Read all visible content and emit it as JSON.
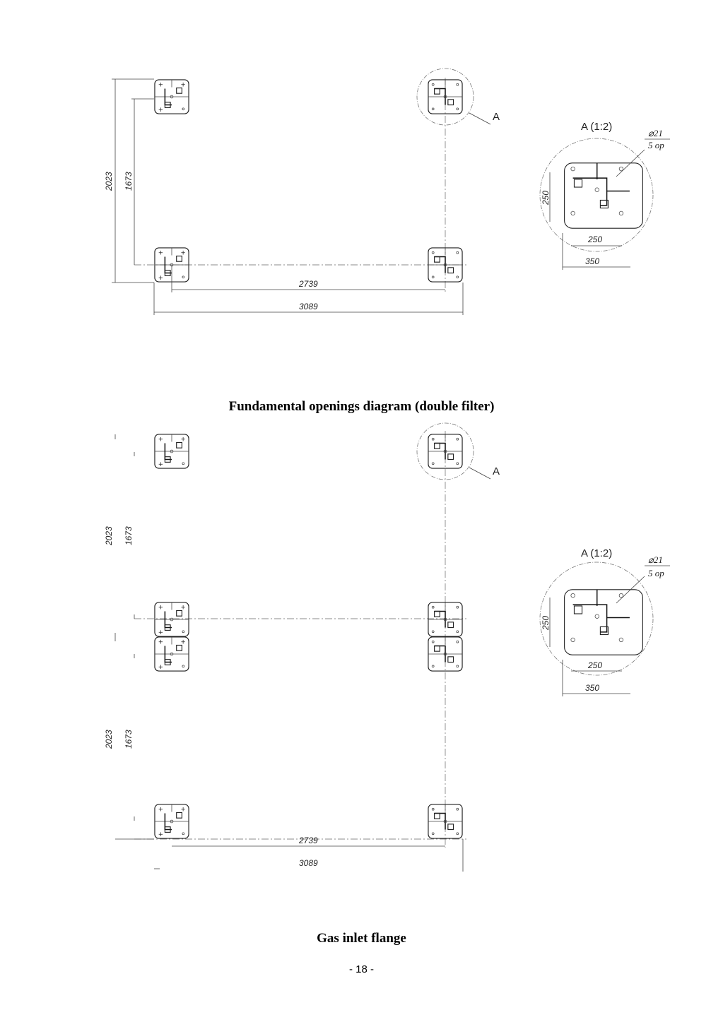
{
  "drawing_top": {
    "detail_ref": "A",
    "detail_title": "A (1:2)",
    "hole_dia": "⌀21",
    "hole_count": "5 op",
    "detail_dim_height": "250",
    "detail_dim_width": "250",
    "detail_dim_outer": "350",
    "dim_2023": "2023",
    "dim_1673": "1673",
    "dim_2739": "2739",
    "dim_3089": "3089"
  },
  "caption_1": "Fundamental openings diagram (double filter)",
  "drawing_bottom": {
    "detail_ref": "A",
    "detail_title": "A (1:2)",
    "hole_dia": "⌀21",
    "hole_count": "5 op",
    "detail_dim_height": "250",
    "detail_dim_width": "250",
    "detail_dim_outer": "350",
    "dim_2023_upper": "2023",
    "dim_1673_upper": "1673",
    "dim_2023_lower": "2023",
    "dim_1673_lower": "1673",
    "dim_2739": "2739",
    "dim_3089": "3089"
  },
  "caption_2": "Gas inlet flange",
  "page_number": "- 18 -"
}
